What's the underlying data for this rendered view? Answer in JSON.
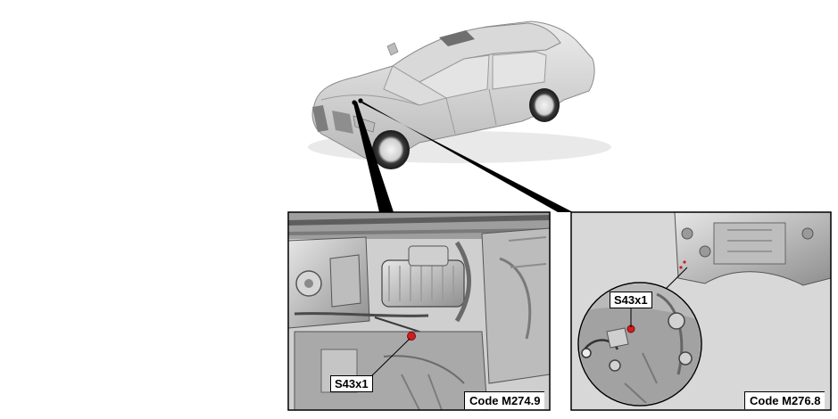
{
  "panels": {
    "left": {
      "code": "Code M274.9",
      "connector": "S43x1"
    },
    "right": {
      "code": "Code M276.8",
      "connector": "S43x1"
    }
  },
  "colors": {
    "connector_highlight": "#d41c1c",
    "panel_border": "#000000",
    "panel_background": "#d8d8d8"
  }
}
